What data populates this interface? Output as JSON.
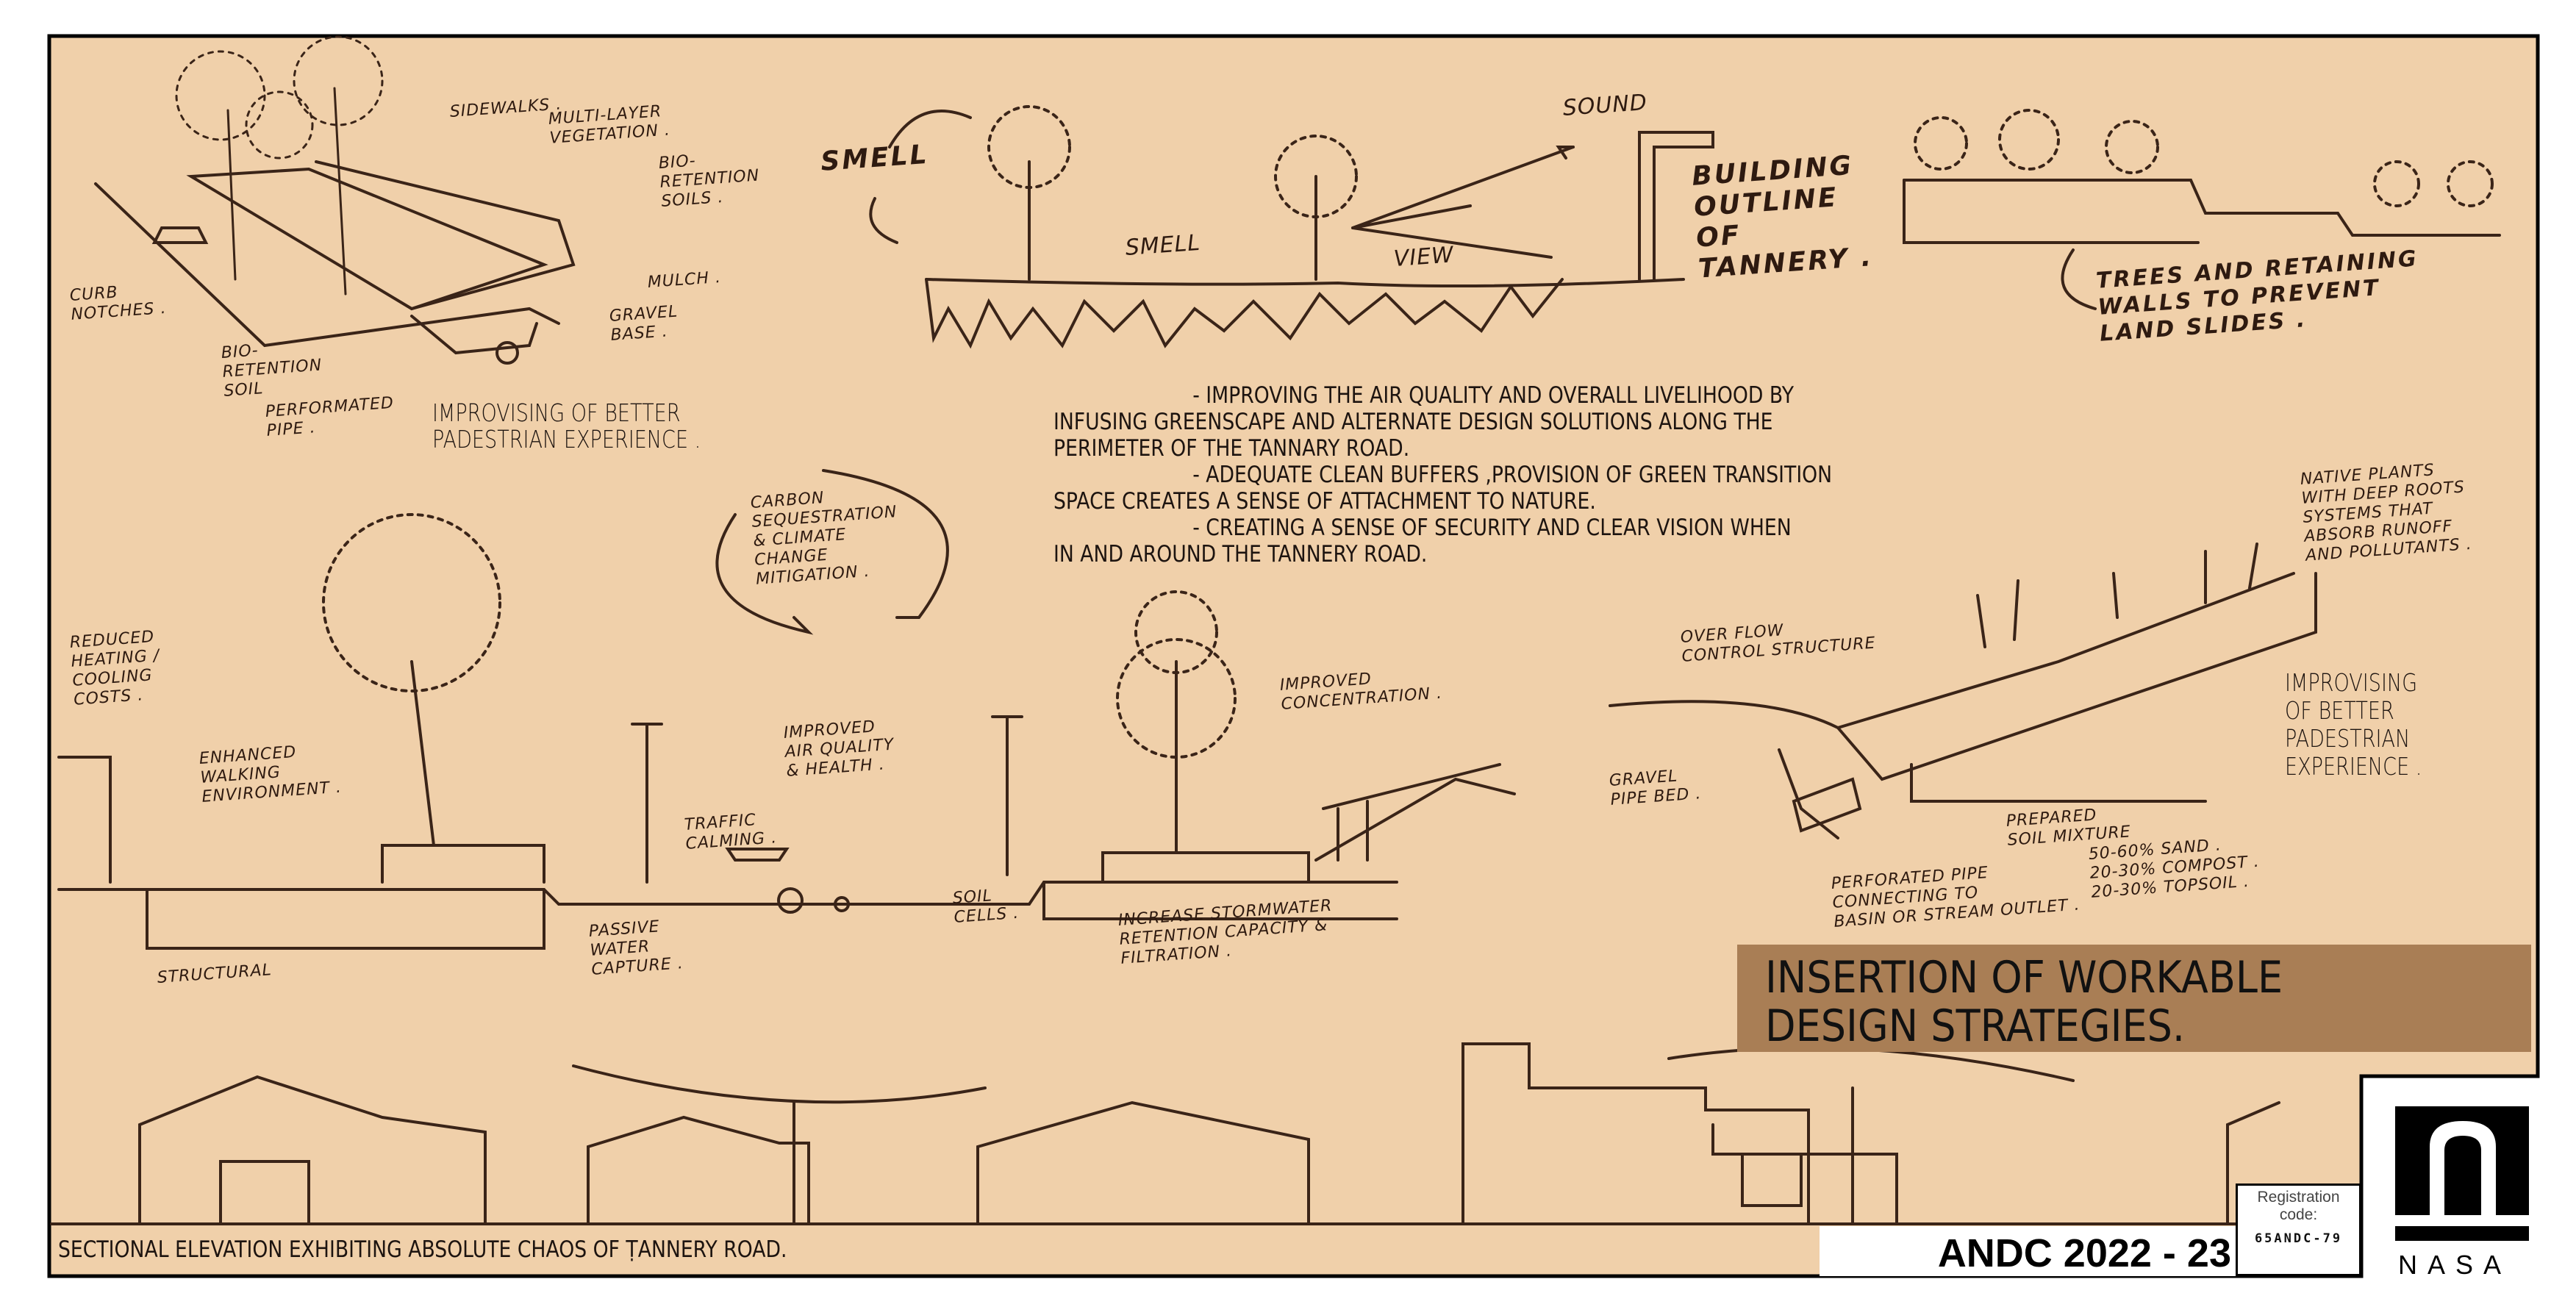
{
  "colors": {
    "paper": "#f0d0aa",
    "ink": "#2e1a10",
    "title_band": "#a97e55",
    "border": "#000000"
  },
  "heading": {
    "line1": "INSERTION OF WORKABLE",
    "line2": "DESIGN STRATEGIES."
  },
  "paragraph": [
    "- IMPROVING THE AIR QUALITY AND OVERALL  LIVELIHOOD BY",
    "INFUSING GREENSCAPE AND ALTERNATE DESIGN SOLUTIONS ALONG THE",
    "PERIMETER OF THE TANNARY ROAD.",
    "- ADEQUATE CLEAN BUFFERS ,PROVISION OF GREEN TRANSITION",
    "SPACE CREATES A SENSE OF ATTACHMENT TO NATURE.",
    "- CREATING A SENSE OF SECURITY AND CLEAR VISION WHEN",
    "IN AND AROUND THE TANNERY ROAD."
  ],
  "captions": {
    "pedestrian_left": "IMPROVISING OF BETTER\nPADESTRIAN EXPERIENCE .",
    "pedestrian_right": "IMPROVISING\nOF BETTER\nPADESTRIAN\nEXPERIENCE .",
    "section": "SECTIONAL ELEVATION EXHIBITING ABSOLUTE CHAOS OF ṬANNERY ROAD."
  },
  "sketch_labels": {
    "sidewalks": "SIDEWALKS .",
    "multi_layer": "MULTI-LAYER\nVEGETATION .",
    "bio_retention_soils": "BIO-\nRETENTION\nSOILS .",
    "mulch": "MULCH .",
    "gravel_base": "GRAVEL\nBASE .",
    "curb_notches": "CURB\nNOTCHES .",
    "bio_retention_soil": "BIO-\nRETENTION\nSOIL",
    "perforated_pipe": "PERFORMATED\nPIPE .",
    "smell_1": "SMELL",
    "smell_2": "SMELL",
    "view": "VIEW",
    "sound": "SOUND",
    "building_outline": "BUILDING\nOUTLINE\nOF\nTANNERY .",
    "trees_retaining": "TREES AND RETAINING\nWALLS TO PREVENT\nLAND SLIDES .",
    "carbon": "CARBON\nSEQUESTRATION\n& CLIMATE\nCHANGE\nMITIGATION .",
    "reduced_heating": "REDUCED\nHEATING /\nCOOLING\nCOSTS .",
    "walking_env": "ENHANCED\nWALKING\nENVIRONMENT .",
    "air_quality": "IMPROVED\nAIR QUALITY\n& HEALTH .",
    "traffic_calming": "TRAFFIC\nCALMING .",
    "passive_water": "PASSIVE\nWATER\nCAPTURE .",
    "soil_cells": "SOIL\nCELLS .",
    "structural": "STRUCTURAL",
    "stormwater": "INCREASE  STORMWATER\nRETENTION  CAPACITY &\nFILTRATION .",
    "concentration": "IMPROVED\nCONCENTRATION .",
    "overflow": "OVER FLOW\nCONTROL STRUCTURE",
    "gravel_pipe_bed": "GRAVEL\nPIPE BED .",
    "prepared_soil": "PREPARED\nSOIL MIXTURE",
    "soil_mix": "50-60% SAND .\n20-30% COMPOST .\n20-30% TOPSOIL .",
    "perforated_pipe_outlet": "PERFORATED PIPE\nCONNECTING TO\nBASIN OR STREAM OUTLET .",
    "native_plants": "NATIVE PLANTS\nWITH DEEP ROOTS\nSYSTEMS THAT\nABSORB RUNOFF\nAND POLLUTANTS ."
  },
  "footer": {
    "competition": "ANDC 2022 - 23",
    "registration_label": "Registration\ncode:",
    "registration_code": "65ANDC-79",
    "logo_text": "NASA",
    "logo_icon": "nasa-arch-logo"
  }
}
